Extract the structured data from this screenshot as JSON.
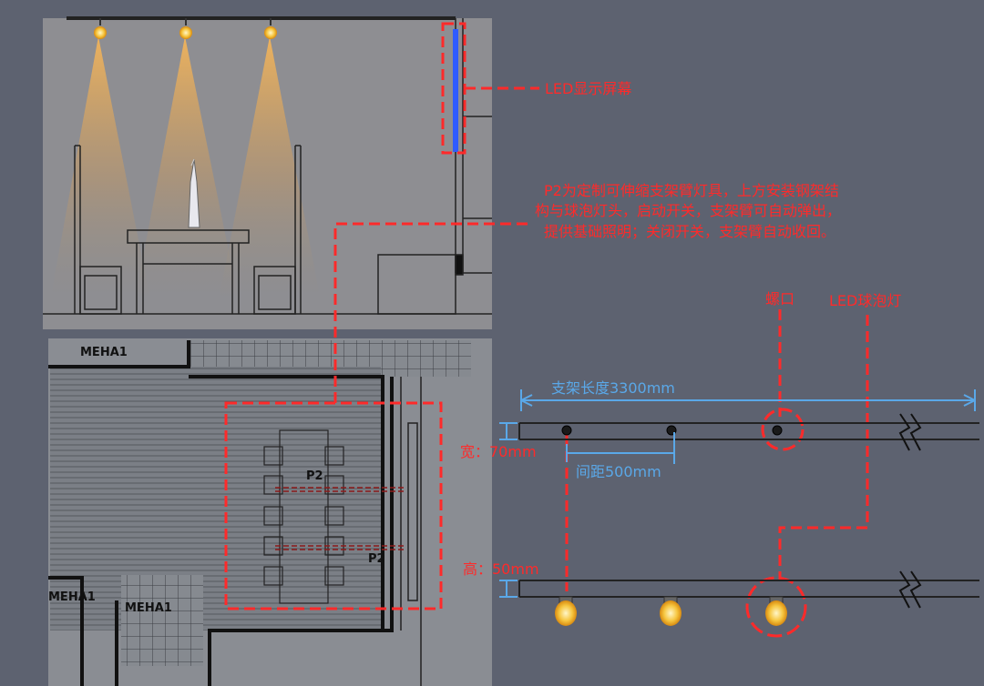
{
  "colors": {
    "background": "#5d6270",
    "annotation_red": "#ff2a2a",
    "dimension_blue": "#5aa8e8",
    "led_screen": "#2f5bff",
    "warm_light": "#f0b860"
  },
  "annotations": {
    "led_screen": "LED显示屏幕",
    "p2_note_line1": "P2为定制可伸缩支架臂灯具，上方安装钢架结",
    "p2_note_line2": "构与球泡灯头，启动开关，支架臂可自动弹出，",
    "p2_note_line3": "提供基础照明；关闭开关，支架臂自动收回。",
    "socket": "螺口",
    "led_bulb": "LED球泡灯"
  },
  "dimensions": {
    "bracket_length": "支架长度3300mm",
    "width": "宽：70mm",
    "spacing": "间距500mm",
    "height": "高：50mm"
  },
  "plan_labels": {
    "meha1_top": "MEHA1",
    "meha1_left": "MEHA1",
    "meha1_bottom": "MEHA1",
    "p2_a": "P2",
    "p2_b": "P2"
  }
}
